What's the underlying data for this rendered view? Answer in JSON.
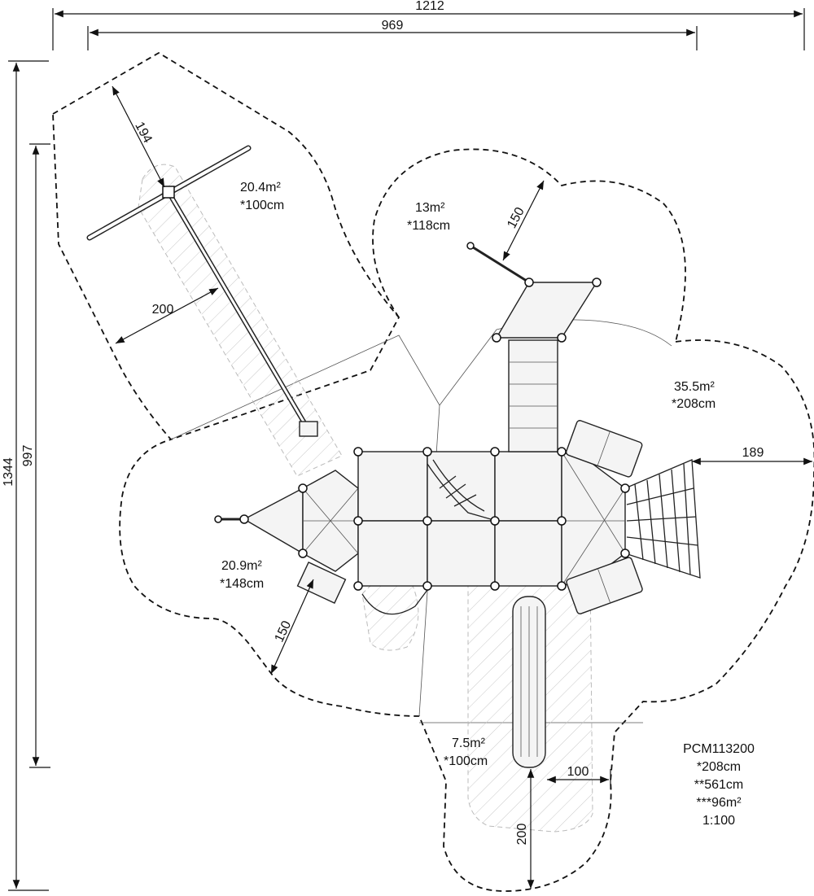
{
  "dimensions": {
    "overall_width": "1212",
    "inner_width": "969",
    "overall_height": "1344",
    "inner_height": "997",
    "swing_left_194": "194",
    "swing_width_200": "200",
    "top_right_150": "150",
    "right_189": "189",
    "left_bottom_150": "150",
    "slide_100": "100",
    "slide_bottom_200": "200"
  },
  "zones": [
    {
      "area": "20.4m²",
      "height": "*100cm"
    },
    {
      "area": "13m²",
      "height": "*118cm"
    },
    {
      "area": "35.5m²",
      "height": "*208cm"
    },
    {
      "area": "20.9m²",
      "height": "*148cm"
    },
    {
      "area": "7.5m²",
      "height": "*100cm"
    }
  ],
  "info": {
    "code": "PCM113200",
    "line1": "*208cm",
    "line2": "**561cm",
    "line3": "***96m²",
    "scale": "1:100"
  }
}
